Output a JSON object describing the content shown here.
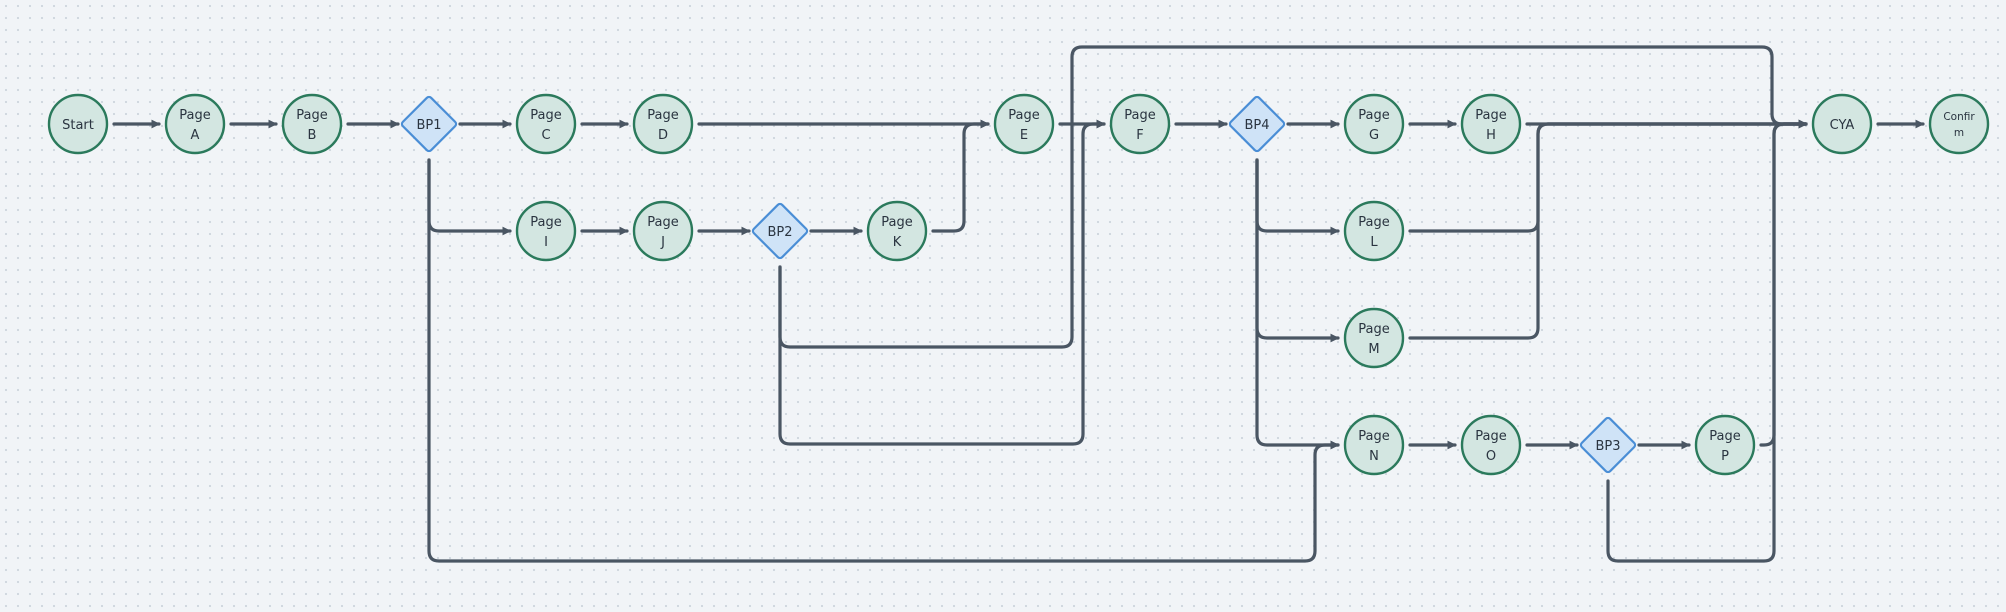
{
  "diagram": {
    "nodes": [
      {
        "id": "start",
        "kind": "page",
        "lines": [
          "Start"
        ]
      },
      {
        "id": "page-a",
        "kind": "page",
        "lines": [
          "Page",
          "A"
        ]
      },
      {
        "id": "page-b",
        "kind": "page",
        "lines": [
          "Page",
          "B"
        ]
      },
      {
        "id": "bp1",
        "kind": "branch",
        "lines": [
          "BP1"
        ]
      },
      {
        "id": "page-c",
        "kind": "page",
        "lines": [
          "Page",
          "C"
        ]
      },
      {
        "id": "page-d",
        "kind": "page",
        "lines": [
          "Page",
          "D"
        ]
      },
      {
        "id": "page-e",
        "kind": "page",
        "lines": [
          "Page",
          "E"
        ]
      },
      {
        "id": "page-f",
        "kind": "page",
        "lines": [
          "Page",
          "F"
        ]
      },
      {
        "id": "bp4",
        "kind": "branch",
        "lines": [
          "BP4"
        ]
      },
      {
        "id": "page-g",
        "kind": "page",
        "lines": [
          "Page",
          "G"
        ]
      },
      {
        "id": "page-h",
        "kind": "page",
        "lines": [
          "Page",
          "H"
        ]
      },
      {
        "id": "cya",
        "kind": "page",
        "lines": [
          "CYA"
        ]
      },
      {
        "id": "confirm",
        "kind": "page",
        "lines": [
          "Confir",
          "m"
        ]
      },
      {
        "id": "page-i",
        "kind": "page",
        "lines": [
          "Page",
          "I"
        ]
      },
      {
        "id": "page-j",
        "kind": "page",
        "lines": [
          "Page",
          "J"
        ]
      },
      {
        "id": "bp2",
        "kind": "branch",
        "lines": [
          "BP2"
        ]
      },
      {
        "id": "page-k",
        "kind": "page",
        "lines": [
          "Page",
          "K"
        ]
      },
      {
        "id": "page-l",
        "kind": "page",
        "lines": [
          "Page",
          "L"
        ]
      },
      {
        "id": "page-m",
        "kind": "page",
        "lines": [
          "Page",
          "M"
        ]
      },
      {
        "id": "page-n",
        "kind": "page",
        "lines": [
          "Page",
          "N"
        ]
      },
      {
        "id": "page-o",
        "kind": "page",
        "lines": [
          "Page",
          "O"
        ]
      },
      {
        "id": "bp3",
        "kind": "branch",
        "lines": [
          "BP3"
        ]
      },
      {
        "id": "page-p",
        "kind": "page",
        "lines": [
          "Page",
          "P"
        ]
      }
    ],
    "edges": [
      {
        "from": "start",
        "to": "page-a"
      },
      {
        "from": "page-a",
        "to": "page-b"
      },
      {
        "from": "page-b",
        "to": "bp1"
      },
      {
        "from": "bp1",
        "to": "page-c"
      },
      {
        "from": "page-c",
        "to": "page-d"
      },
      {
        "from": "page-d",
        "to": "page-e"
      },
      {
        "from": "page-e",
        "to": "page-f"
      },
      {
        "from": "page-f",
        "to": "bp4"
      },
      {
        "from": "bp4",
        "to": "page-g"
      },
      {
        "from": "page-g",
        "to": "page-h"
      },
      {
        "from": "page-h",
        "to": "cya"
      },
      {
        "from": "cya",
        "to": "confirm"
      },
      {
        "from": "bp1",
        "to": "page-i"
      },
      {
        "from": "page-i",
        "to": "page-j"
      },
      {
        "from": "page-j",
        "to": "bp2"
      },
      {
        "from": "bp2",
        "to": "page-k"
      },
      {
        "from": "page-k",
        "to": "page-e"
      },
      {
        "from": "bp2",
        "to": "cya"
      },
      {
        "from": "bp2",
        "to": "page-f"
      },
      {
        "from": "bp1",
        "to": "page-n"
      },
      {
        "from": "bp4",
        "to": "page-l"
      },
      {
        "from": "bp4",
        "to": "page-m"
      },
      {
        "from": "bp4",
        "to": "page-n"
      },
      {
        "from": "page-l",
        "to": "cya"
      },
      {
        "from": "page-m",
        "to": "cya"
      },
      {
        "from": "page-n",
        "to": "page-o"
      },
      {
        "from": "page-o",
        "to": "bp3"
      },
      {
        "from": "bp3",
        "to": "page-p"
      },
      {
        "from": "page-p",
        "to": "cya"
      },
      {
        "from": "bp3",
        "to": "cya"
      }
    ]
  }
}
